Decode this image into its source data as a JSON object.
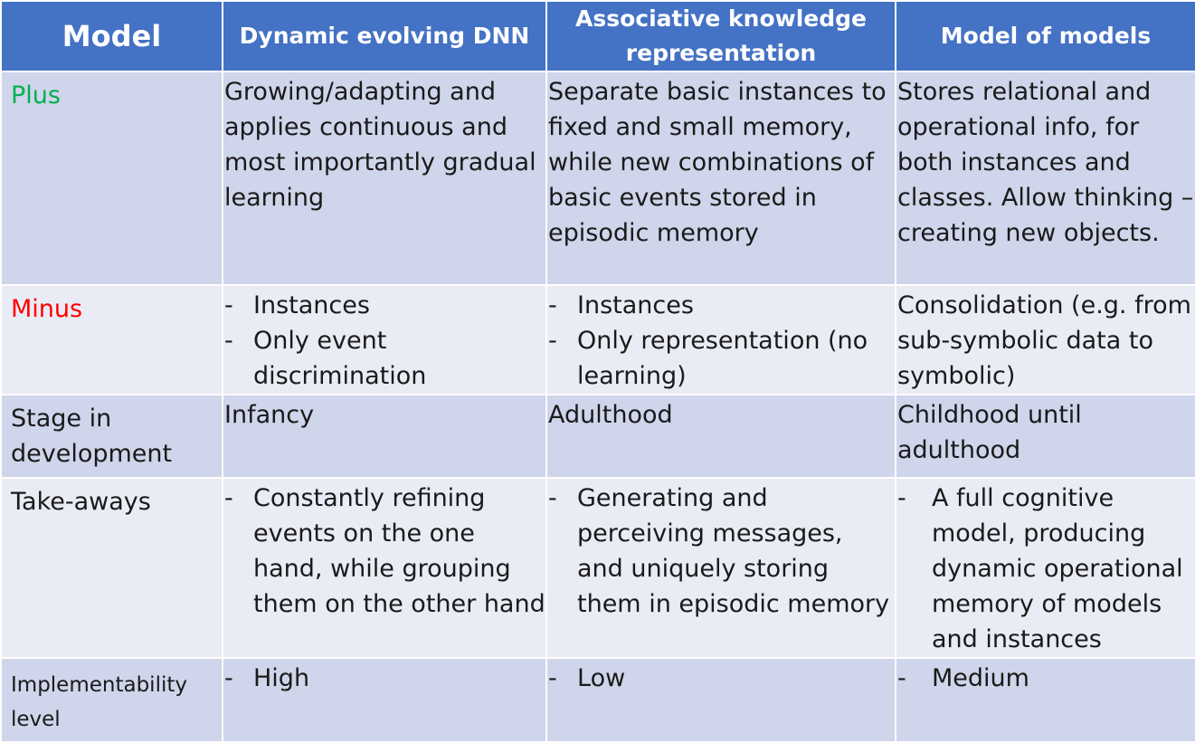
{
  "headers": [
    "Model",
    "Dynamic evolving DNN",
    "Associative knowledge representation",
    "Model of models"
  ],
  "rows": [
    {
      "label": "Plus",
      "label_color": "#00b050",
      "cells": [
        {
          "text": "Growing/adapting and applies continuous and most importantly gradual learning"
        },
        {
          "text": "Separate basic instances to fixed and small memory, while new combinations of basic events stored in episodic memory"
        },
        {
          "text": "Stores relational and operational info, for both instances and classes. Allow thinking – creating new objects."
        }
      ]
    },
    {
      "label": "Minus",
      "label_color": "#ff0000",
      "cells": [
        {
          "bullets": [
            "Instances",
            "Only event discrimination"
          ]
        },
        {
          "bullets": [
            "Instances",
            "Only representation (no learning)"
          ]
        },
        {
          "text": "Consolidation (e.g. from sub-symbolic data to symbolic)"
        }
      ]
    },
    {
      "label": "Stage in development",
      "cells": [
        {
          "text": "Infancy"
        },
        {
          "text": "Adulthood"
        },
        {
          "text": "Childhood until adulthood"
        }
      ]
    },
    {
      "label": "Take-aways",
      "cells": [
        {
          "bullets": [
            "Constantly refining events on the one hand, while grouping them on the other hand"
          ]
        },
        {
          "bullets": [
            "Generating and perceiving messages, and uniquely storing them in episodic memory"
          ]
        },
        {
          "bullets": [
            "A full cognitive model, producing dynamic operational memory of models and instances"
          ]
        }
      ]
    },
    {
      "label": "Implementability level",
      "cells": [
        {
          "bullets": [
            "High"
          ]
        },
        {
          "bullets": [
            "Low"
          ]
        },
        {
          "bullets": [
            "Medium"
          ]
        }
      ]
    }
  ],
  "bullet_marker": "-"
}
